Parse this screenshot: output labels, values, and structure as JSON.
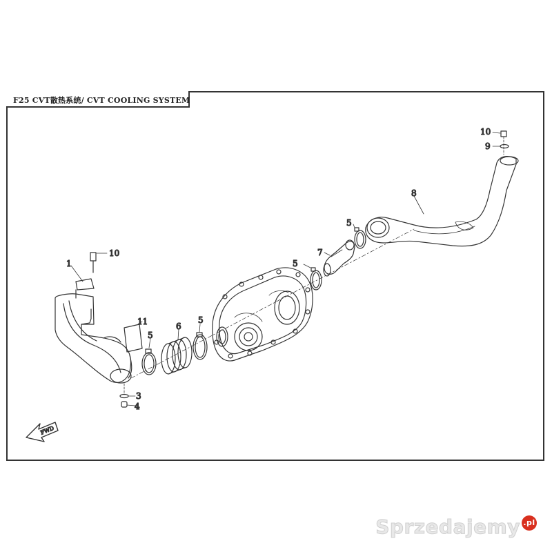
{
  "diagram": {
    "title": "F25 CVT散热系统/ CVT COOLING SYSTEM",
    "callouts": {
      "p1": "1",
      "p3": "3",
      "p4": "4",
      "p5a": "5",
      "p5b": "5",
      "p5c": "5",
      "p5d": "5",
      "p6": "6",
      "p7": "7",
      "p8": "8",
      "p9": "9",
      "p10a": "10",
      "p10b": "10",
      "p11": "11"
    },
    "fwd_label": "FWD"
  },
  "watermark": {
    "brand": "Sprzedajemy",
    "tld": ".pl"
  }
}
